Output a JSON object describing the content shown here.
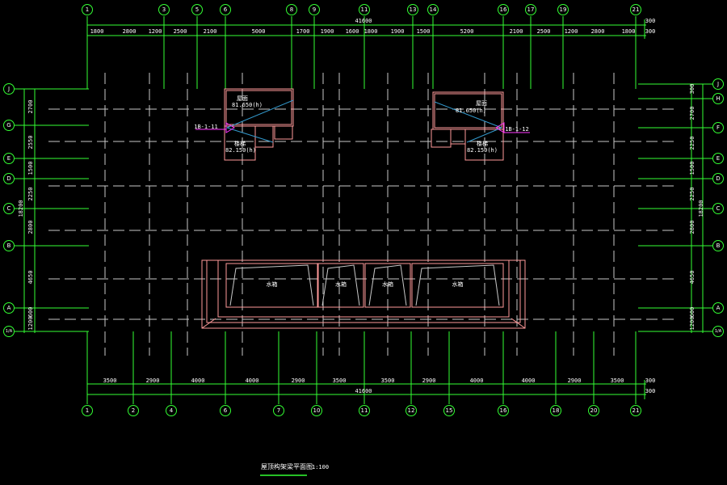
{
  "drawing": {
    "title": "屋顶构架梁平面图",
    "scale": "1:100",
    "overall_width": "41600",
    "overall_height": "18200",
    "top_axes": [
      "1",
      "3",
      "5",
      "6",
      "8",
      "9",
      "11",
      "13",
      "14",
      "16",
      "17",
      "19",
      "21"
    ],
    "bottom_axes": [
      "1",
      "2",
      "4",
      "6",
      "7",
      "10",
      "11",
      "12",
      "15",
      "16",
      "18",
      "20",
      "21"
    ],
    "left_axes": [
      "J",
      "G",
      "E",
      "D",
      "C",
      "B",
      "A",
      "1/A"
    ],
    "right_axes": [
      "J",
      "H",
      "F",
      "E",
      "D",
      "C",
      "B",
      "A",
      "1/A"
    ],
    "top_dims": [
      "1800",
      "2800",
      "1200",
      "2500",
      "2100",
      "5000",
      "1700",
      "1900",
      "1600",
      "1800",
      "1900",
      "1500",
      "5200",
      "2100",
      "2500",
      "1200",
      "2800",
      "1800"
    ],
    "top_edge_dims": [
      "300",
      "300"
    ],
    "bottom_dims": [
      "3500",
      "2900",
      "4000",
      "4000",
      "2900",
      "3500",
      "3500",
      "2900",
      "4000",
      "4000",
      "2900",
      "3500"
    ],
    "bottom_edge_dims": [
      "300",
      "300"
    ],
    "left_dims": [
      "2700",
      "2550",
      "1500",
      "2250",
      "2800",
      "4650",
      "600",
      "1200"
    ],
    "right_dims": [
      "300",
      "2700",
      "2250",
      "1500",
      "2250",
      "2800",
      "4650",
      "600",
      "1200"
    ],
    "left_box": {
      "room_top": "屋面",
      "level_top": "81.650(h)",
      "room_bottom": "楼梯",
      "level_bottom": "82.150(h)",
      "section": "1B-1-11"
    },
    "right_box": {
      "room_top": "屋面",
      "level_top": "81.650(h)",
      "room_bottom": "楼梯",
      "level_bottom": "82.150(h)",
      "section": "1B-1-12"
    },
    "tanks": [
      "水箱",
      "水箱",
      "水箱",
      "水箱"
    ],
    "colors": {
      "grid": "#33ff33",
      "wall": "#ff9a9a",
      "section": "#ff33ff",
      "dash": "#c8c8c8",
      "slope": "#3399cc"
    }
  }
}
